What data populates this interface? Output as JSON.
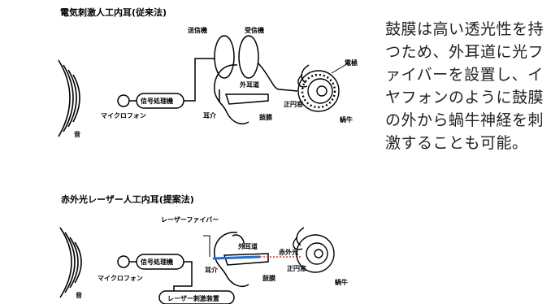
{
  "diagram_top": {
    "title": "電気刺激人工内耳(従来法)",
    "labels": {
      "transmitter": "送信機",
      "receiver": "受信機",
      "electrode": "電極",
      "ear_canal": "外耳道",
      "processor": "信号処理機",
      "microphone": "マイクロフォン",
      "pinna": "耳介",
      "eardrum": "鼓膜",
      "round_window": "正円窓",
      "cochlea": "蝸牛",
      "sound": "音"
    }
  },
  "diagram_bottom": {
    "title": "赤外光レーザー人工内耳(提案法)",
    "labels": {
      "laser_fiber": "レーザーファイバー",
      "ear_canal": "外耳道",
      "infrared": "赤外光",
      "processor": "信号処理機",
      "pinna": "耳介",
      "eardrum": "鼓膜",
      "round_window": "正円窓",
      "microphone": "マイクロフォン",
      "cochlea": "蝸牛",
      "laser_device": "レーザー刺激装置",
      "sound": "音"
    }
  },
  "description": "鼓膜は高い透光性を持つため、外耳道に光ファイバーを設置し、イヤフォンのように鼓膜の外から蝸牛神経を刺激することも可能。",
  "colors": {
    "fiber": "#1f6fd6",
    "infrared_beam": "#d9302a",
    "ink": "#000000"
  }
}
